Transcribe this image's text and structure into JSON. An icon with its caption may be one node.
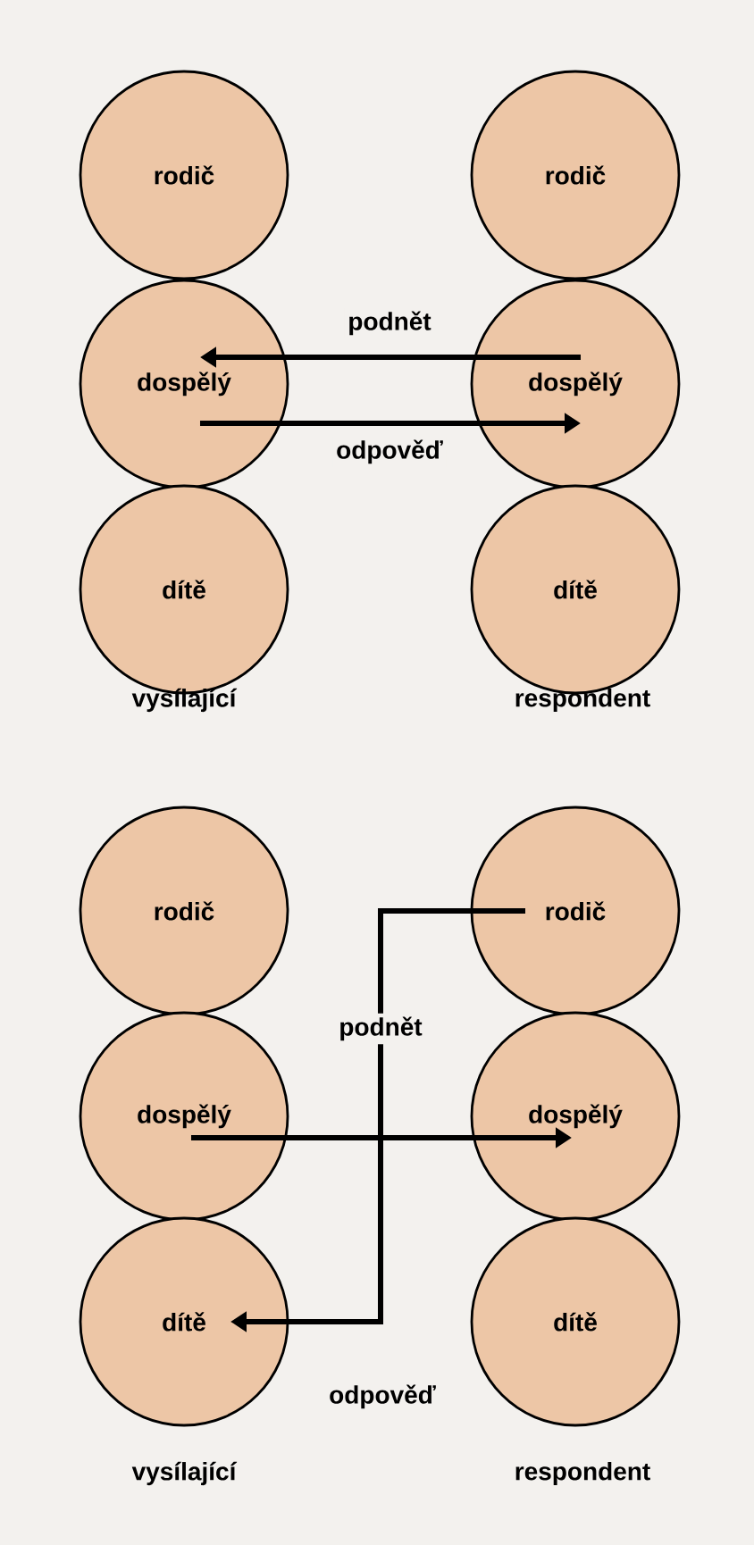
{
  "diagram": {
    "nodes": [
      {
        "text": [
          "rodič"
        ]
      },
      {
        "text": [
          "dospělý"
        ]
      },
      {
        "text": [
          "dítě"
        ]
      },
      {
        "text": [
          "rodič"
        ]
      },
      {
        "text": [
          "dospělý"
        ]
      },
      {
        "text": [
          "dítě"
        ]
      },
      {
        "text": [
          "rodič"
        ]
      },
      {
        "text": [
          "dospělý"
        ]
      },
      {
        "text": [
          "dítě"
        ]
      },
      {
        "text": [
          "rodič"
        ]
      },
      {
        "text": [
          "dospělý"
        ]
      },
      {
        "text": [
          "dítě"
        ]
      }
    ],
    "edges": [
      {
        "from": 4,
        "to": 1,
        "arrow": "to",
        "label": "podnět"
      },
      {
        "from": 1,
        "to": 4,
        "arrow": "to",
        "label": "odpověď"
      },
      {
        "from": 7,
        "to": 10,
        "arrow": "to"
      },
      {
        "from": 9,
        "to": 8,
        "arrow": "to",
        "label": "podnět"
      }
    ],
    "labels": [
      "vysílající",
      "respondent",
      "odpověď",
      "vysílající",
      "respondent"
    ]
  }
}
